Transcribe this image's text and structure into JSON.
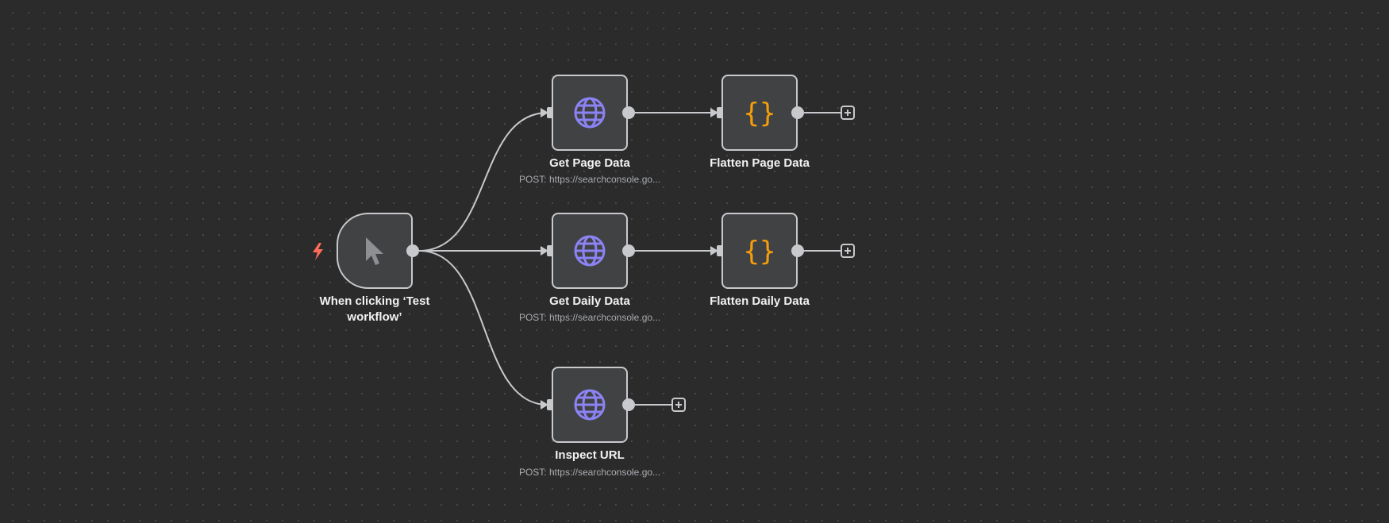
{
  "canvas": {
    "background": "#2b2b2b",
    "dot_color": "#4a4a4a",
    "node_fill": "#414244",
    "border_color": "#c8c9cc",
    "globe_color": "#8b83f4",
    "code_color": "#f59e0b",
    "trigger_bolt_color": "#ff6d5a"
  },
  "nodes": {
    "trigger": {
      "label": "When clicking ‘Test workflow’",
      "icon": "cursor-icon",
      "trigger_icon": "lightning-bolt-icon"
    },
    "get_page_data": {
      "label": "Get Page Data",
      "subtitle": "POST: https://searchconsole.go...",
      "icon": "globe-icon"
    },
    "flatten_page_data": {
      "label": "Flatten Page Data",
      "icon": "curly-braces-icon"
    },
    "get_daily_data": {
      "label": "Get Daily Data",
      "subtitle": "POST: https://searchconsole.go...",
      "icon": "globe-icon"
    },
    "flatten_daily_data": {
      "label": "Flatten Daily Data",
      "icon": "curly-braces-icon"
    },
    "inspect_url": {
      "label": "Inspect URL",
      "subtitle": "POST: https://searchconsole.go...",
      "icon": "globe-icon"
    }
  },
  "connections": [
    {
      "from": "When clicking ‘Test workflow’",
      "to": "Get Page Data"
    },
    {
      "from": "When clicking ‘Test workflow’",
      "to": "Get Daily Data"
    },
    {
      "from": "When clicking ‘Test workflow’",
      "to": "Inspect URL"
    },
    {
      "from": "Get Page Data",
      "to": "Flatten Page Data"
    },
    {
      "from": "Get Daily Data",
      "to": "Flatten Daily Data"
    }
  ]
}
